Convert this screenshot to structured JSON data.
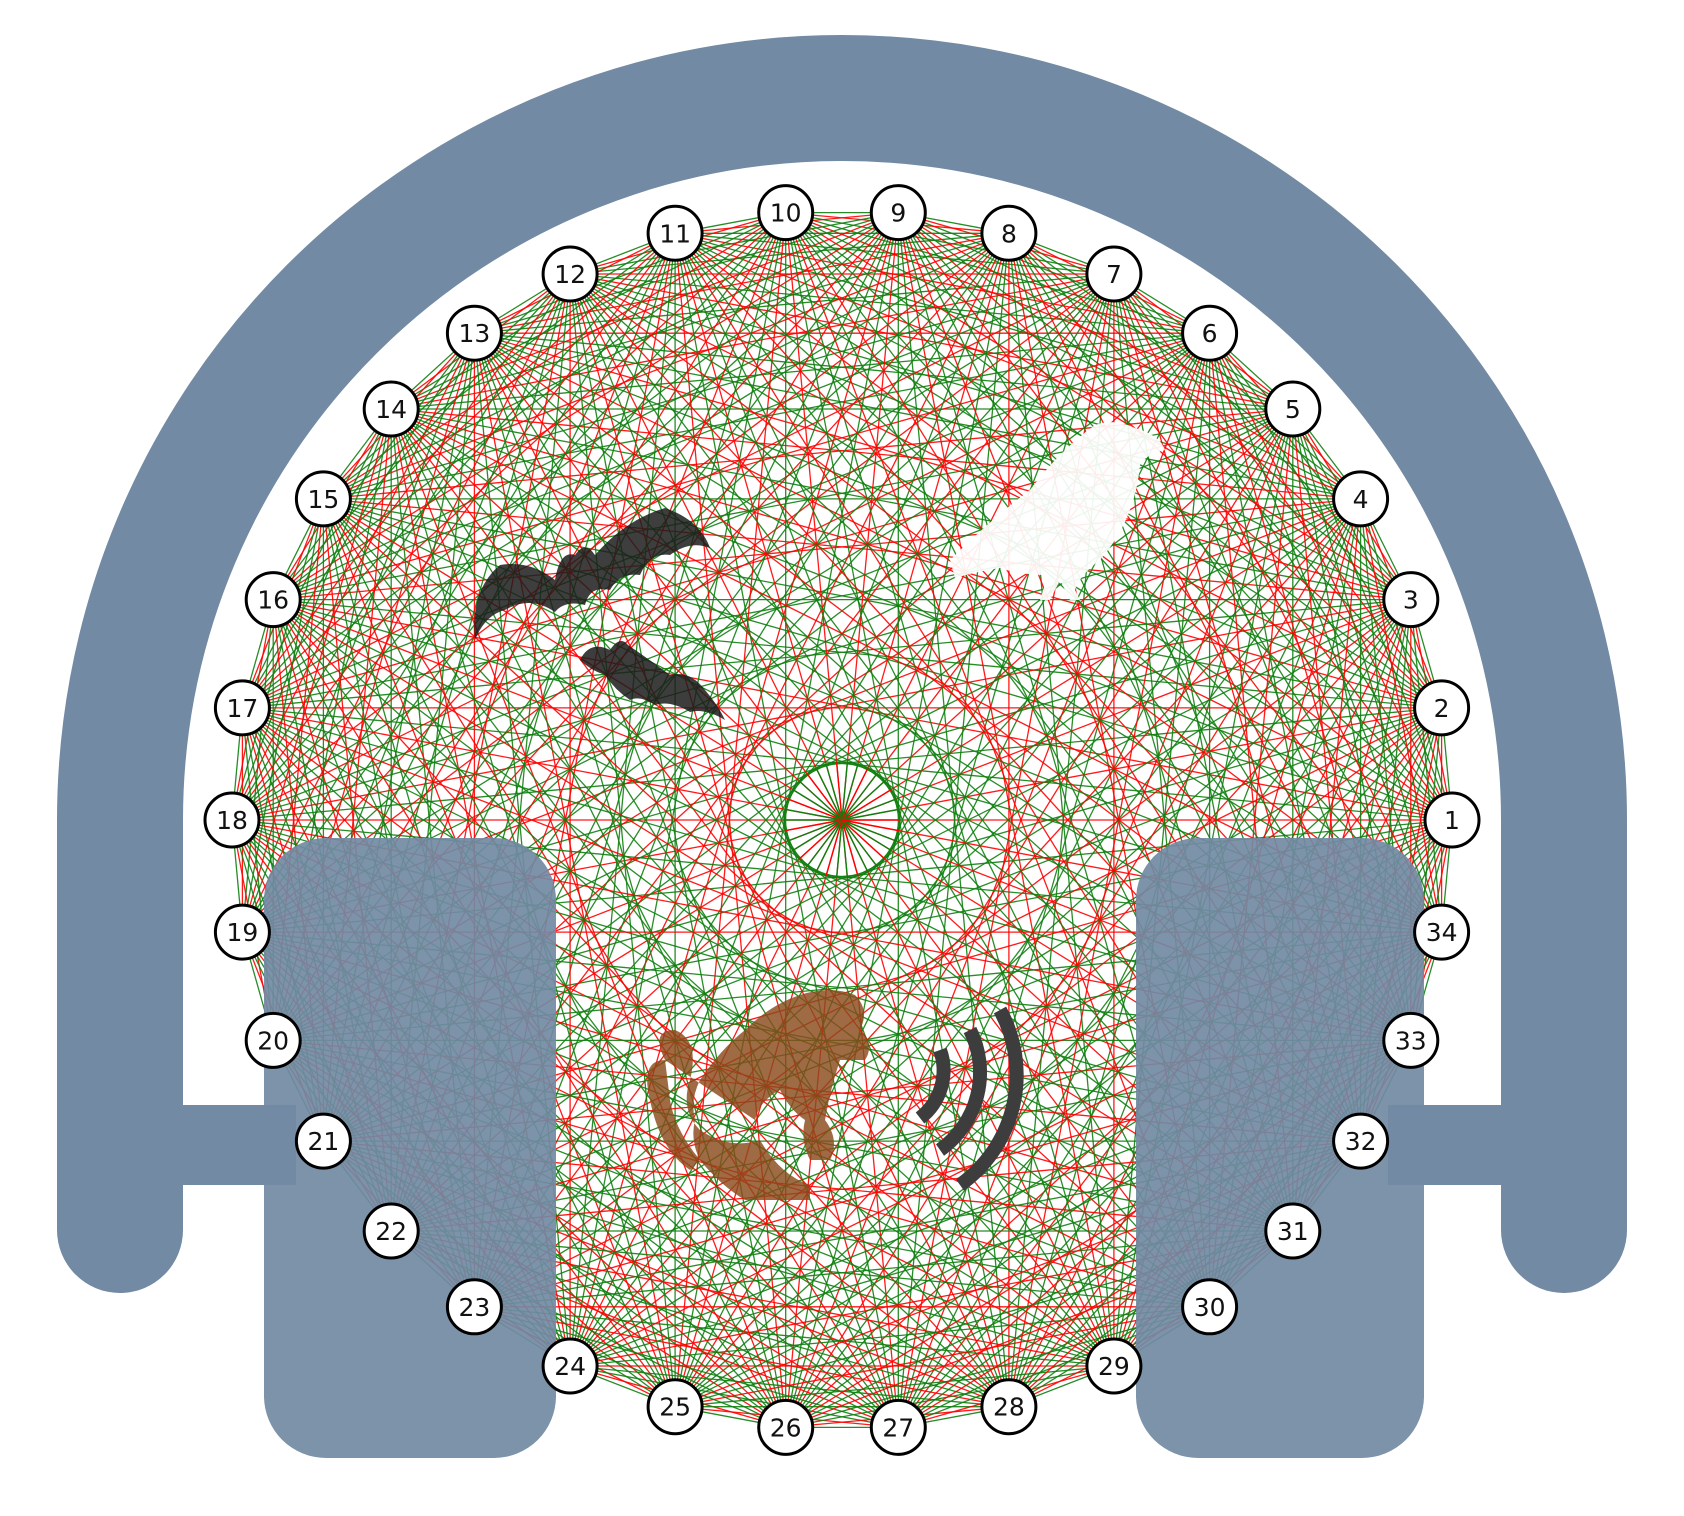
{
  "colors": {
    "headphone": "#728aa3",
    "edge_green": "#0f7f0f",
    "edge_red": "#ff0000",
    "node_fill": "#ffffff",
    "node_stroke": "#000000",
    "bat": "#1c1c1c",
    "bird": "#ffffff",
    "monkey": "#8a4b1c",
    "sound_waves": "#3d3d3d"
  },
  "icons": [
    "headphones-icon",
    "bat-icon",
    "bird-icon",
    "monkey-icon",
    "sound-waves-icon"
  ],
  "graph": {
    "node_count": 34,
    "edge_colors": [
      "green",
      "red"
    ],
    "nodes": [
      "1",
      "2",
      "3",
      "4",
      "5",
      "6",
      "7",
      "8",
      "9",
      "10",
      "11",
      "12",
      "13",
      "14",
      "15",
      "16",
      "17",
      "18",
      "19",
      "20",
      "21",
      "22",
      "23",
      "24",
      "25",
      "26",
      "27",
      "28",
      "29",
      "30",
      "31",
      "32",
      "33",
      "34"
    ]
  }
}
